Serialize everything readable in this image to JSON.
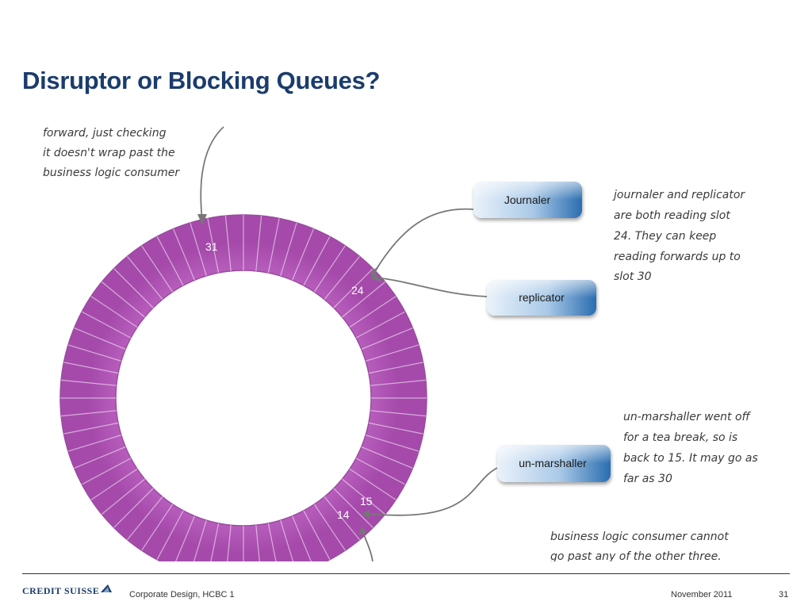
{
  "slide": {
    "title": "Disruptor or Blocking Queues?"
  },
  "diagram": {
    "ring_color": "#b35ab8",
    "ring_edge_color": "#8e3f93",
    "button_color": "#2a6db0",
    "slot_labels": {
      "slot_31": "31",
      "slot_24": "24",
      "slot_15": "15",
      "slot_14": "14"
    },
    "consumers": {
      "journaler": "Journaler",
      "replicator": "replicator",
      "unmarshaller": "un-marshaller"
    },
    "notes": {
      "top_left": [
        "forward, just checking",
        "it doesn't wrap past the",
        "business logic consumer"
      ],
      "top_right": [
        "journaler and replicator",
        "are both reading slot",
        "24. They can keep",
        "reading forwards up to",
        "slot 30"
      ],
      "middle_right": [
        "un-marshaller went off",
        "for a tea break, so is",
        "back to 15. It may go as",
        "far as 30"
      ],
      "bottom": [
        "business logic consumer cannot",
        "go past any of the other three."
      ]
    }
  },
  "footer": {
    "logo": "Credit Suisse",
    "left_text": "Corporate Design, HCBC 1",
    "date": "November 2011",
    "page_number": "31"
  }
}
